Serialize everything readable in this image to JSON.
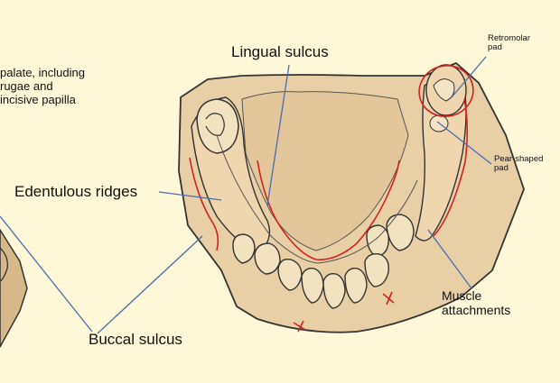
{
  "labels": {
    "palate_lines": [
      "palate, including",
      "rugae and",
      "incisive papilla"
    ],
    "lingual_sulcus": "Lingual sulcus",
    "edentulous_ridges": "Edentulous ridges",
    "buccal_sulcus": "Buccal sulcus",
    "retromolar_pad_lines": [
      "Retromolar",
      "pad"
    ],
    "pear_shaped_pad_lines": [
      "Pear-shaped",
      "pad"
    ],
    "muscle_attachments_lines": [
      "Muscle",
      "attachments"
    ]
  },
  "colors": {
    "background": "#fff8d8",
    "cast": "#e9cfa6",
    "cast_dark": "#d7b888",
    "outline": "#333333",
    "teeth": "#f2e2bf",
    "pointer": "#4a6db0",
    "annotation": "#d42020"
  }
}
